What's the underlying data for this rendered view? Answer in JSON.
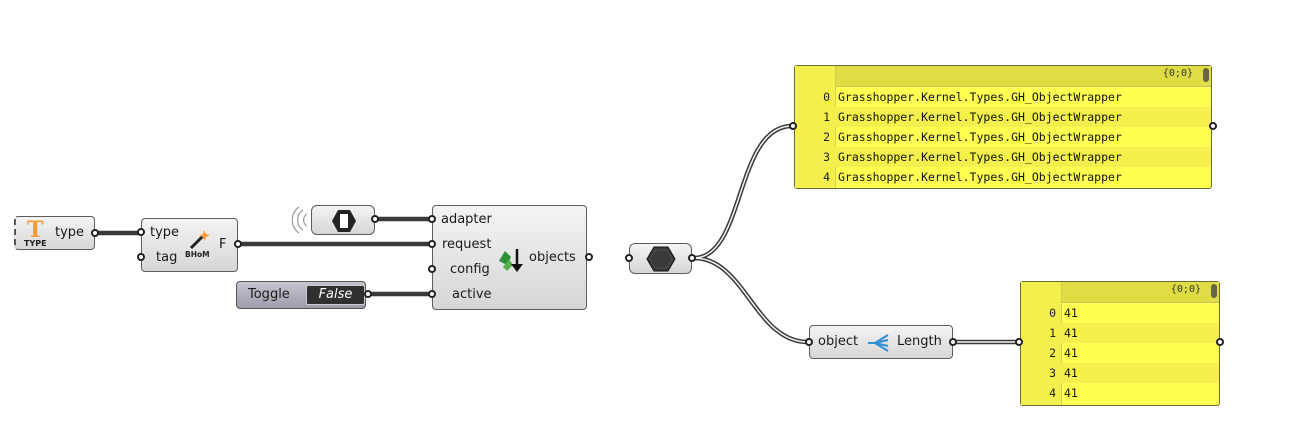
{
  "text_param": {
    "label": "type",
    "icon_caption": "TYPE"
  },
  "create_type": {
    "inputs": [
      "type",
      "tag"
    ],
    "output": "F",
    "icon_caption": "BHoM"
  },
  "pull": {
    "inputs": [
      "adapter",
      "request",
      "config",
      "active"
    ],
    "output": "objects"
  },
  "toggle": {
    "label": "Toggle",
    "value": "False"
  },
  "length": {
    "input": "object",
    "output": "Length"
  },
  "panel_top": {
    "path": "{0;0}",
    "rows": [
      {
        "index": "0",
        "value": "Grasshopper.Kernel.Types.GH_ObjectWrapper"
      },
      {
        "index": "1",
        "value": "Grasshopper.Kernel.Types.GH_ObjectWrapper"
      },
      {
        "index": "2",
        "value": "Grasshopper.Kernel.Types.GH_ObjectWrapper"
      },
      {
        "index": "3",
        "value": "Grasshopper.Kernel.Types.GH_ObjectWrapper"
      },
      {
        "index": "4",
        "value": "Grasshopper.Kernel.Types.GH_ObjectWrapper"
      }
    ]
  },
  "panel_bottom": {
    "path": "{0;0}",
    "rows": [
      {
        "index": "0",
        "value": "41"
      },
      {
        "index": "1",
        "value": "41"
      },
      {
        "index": "2",
        "value": "41"
      },
      {
        "index": "3",
        "value": "41"
      },
      {
        "index": "4",
        "value": "41"
      }
    ]
  },
  "colors": {
    "canvas": "#ffffff",
    "panel": "#ffff52",
    "component": "#e2e2e2",
    "wire": "#3a3a3a"
  }
}
